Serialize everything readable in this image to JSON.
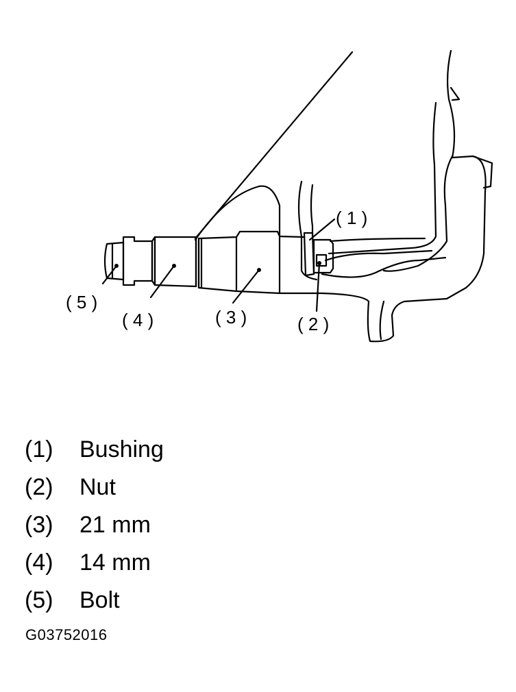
{
  "callouts": [
    {
      "label": "( 1 )"
    },
    {
      "label": "( 2 )"
    },
    {
      "label": "( 3 )"
    },
    {
      "label": "( 4 )"
    },
    {
      "label": "( 5 )"
    }
  ],
  "legend": [
    {
      "number": "(1)",
      "description": "Bushing"
    },
    {
      "number": "(2)",
      "description": "Nut"
    },
    {
      "number": "(3)",
      "description": "21 mm"
    },
    {
      "number": "(4)",
      "description": "14 mm"
    },
    {
      "number": "(5)",
      "description": "Bolt"
    }
  ],
  "figure_id": "G03752016"
}
